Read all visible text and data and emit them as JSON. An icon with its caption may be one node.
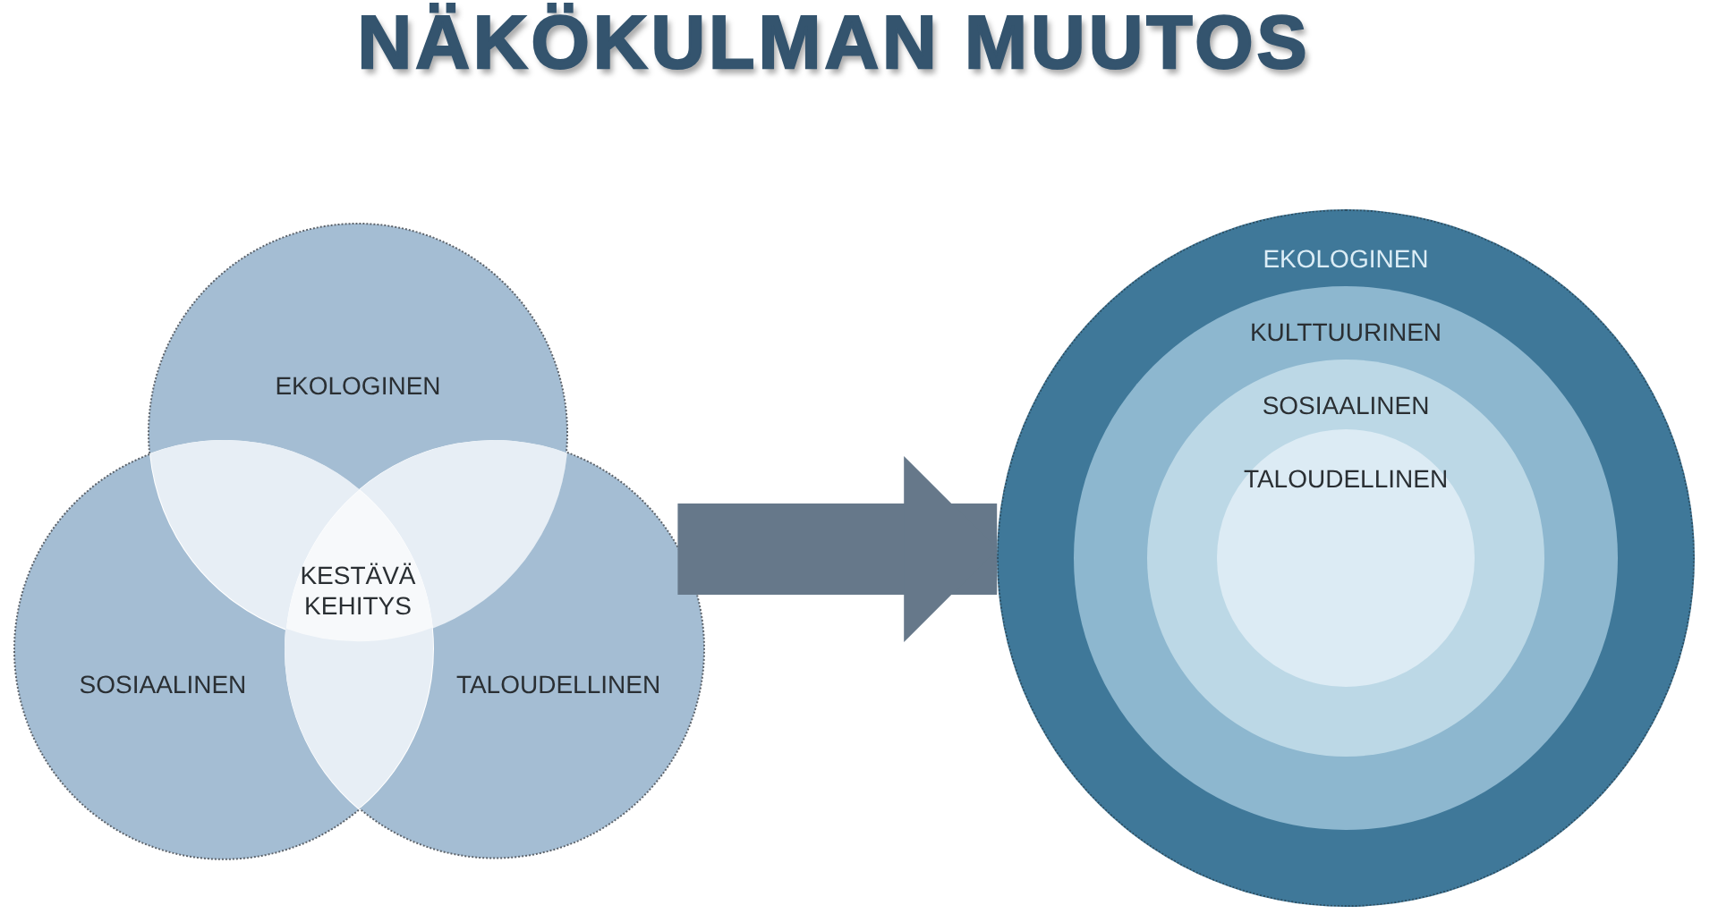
{
  "diagram": {
    "title": "NÄKÖKULMAN MUUTOS",
    "nodes": [
      {
        "text": [
          "EKOLOGINEN"
        ]
      },
      {
        "text": [],
        "shape": "lens"
      },
      {
        "text": [],
        "shape": "lens"
      },
      {
        "text": [
          "KESTÄVÄ KEHITYS"
        ]
      },
      {
        "text": [
          "SOSIAALINEN"
        ]
      },
      {
        "text": [],
        "shape": "lens"
      },
      {
        "text": [
          "TALOUDELLINEN"
        ]
      },
      {
        "text": [
          "EKOLOGINEN"
        ]
      },
      {
        "text": [
          "KULTTUURINEN"
        ],
        "in": 7
      },
      {
        "text": [
          "SOSIAALINEN"
        ],
        "in": 8
      },
      {
        "text": [
          "TALOUDELLINEN"
        ],
        "in": 9
      }
    ],
    "edges": [
      {
        "from": 6,
        "to": 7,
        "arrow": "to"
      }
    ]
  }
}
